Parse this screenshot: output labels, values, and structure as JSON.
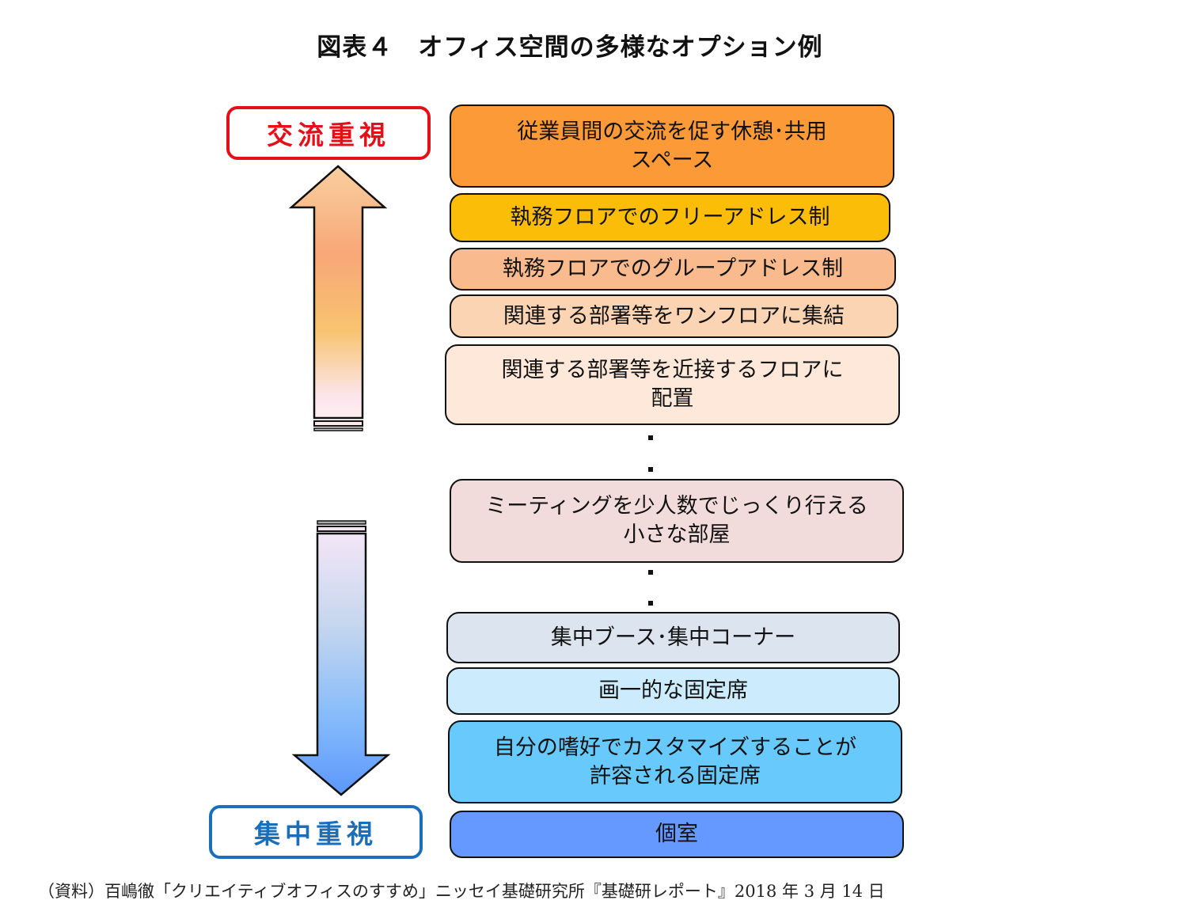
{
  "title": "図表４　オフィス空間の多様なオプション例",
  "labels": {
    "top": "交流重視",
    "bottom": "集中重視"
  },
  "colors": {
    "top_label": "#e3101a",
    "bottom_label": "#1a6fb8"
  },
  "options": [
    {
      "line1": "従業員間の交流を促す休憩･共用",
      "line2": "スペース",
      "color": "#fd9a38"
    },
    {
      "line1": "執務フロアでのフリーアドレス制",
      "line2": "",
      "color": "#fbbd08"
    },
    {
      "line1": "執務フロアでのグループアドレス制",
      "line2": "",
      "color": "#f9bb8e"
    },
    {
      "line1": "関連する部署等をワンフロアに集結",
      "line2": "",
      "color": "#fbd4b4"
    },
    {
      "line1": "関連する部署等を近接するフロアに",
      "line2": "配置",
      "color": "#fde8da"
    },
    {
      "line1": "ミーティングを少人数でじっくり行える",
      "line2": "小さな部屋",
      "color": "#f1dbdb"
    },
    {
      "line1": "集中ブース･集中コーナー",
      "line2": "",
      "color": "#dbe4ef"
    },
    {
      "line1": "画一的な固定席",
      "line2": "",
      "color": "#ccecfd"
    },
    {
      "line1": "自分の嗜好でカスタマイズすることが",
      "line2": "許容される固定席",
      "color": "#67c9fc"
    },
    {
      "line1": "個室",
      "line2": "",
      "color": "#6699ff"
    }
  ],
  "source": "（資料）百嶋徹「クリエイティブオフィスのすすめ」ニッセイ基礎研究所『基礎研レポート』2018 年 3 月 14 日"
}
